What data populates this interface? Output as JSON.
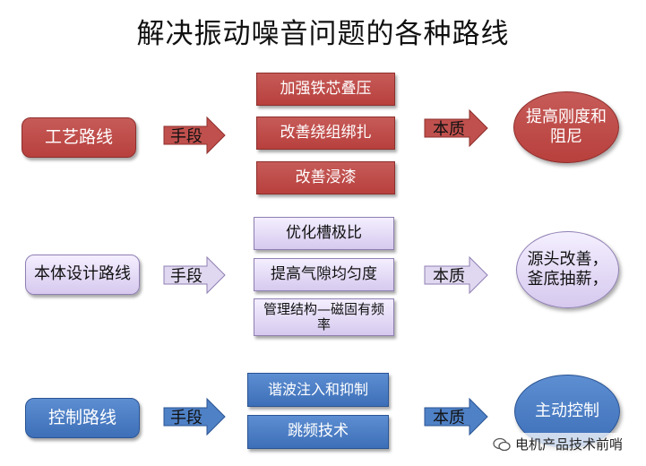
{
  "title": "解决振动噪音问题的各种路线",
  "rows": [
    {
      "route": "工艺路线",
      "means": "手段",
      "boxes": [
        "加强铁芯叠压",
        "改善绕组绑扎",
        "改善浸漆"
      ],
      "essence": "本质",
      "goal": "提高刚度和阻尼"
    },
    {
      "route": "本体设计路线",
      "means": "手段",
      "boxes": [
        "优化槽极比",
        "提高气隙均匀度",
        "管理结构—磁固有频率"
      ],
      "essence": "本质",
      "goal": "源头改善，釜底抽薪，"
    },
    {
      "route": "控制路线",
      "means": "手段",
      "boxes": [
        "谐波注入和抑制",
        "跳频技术"
      ],
      "essence": "本质",
      "goal": "主动控制"
    }
  ],
  "watermark": "电机产品技术前哨",
  "colors": {
    "red": "#c0504d",
    "lavender": "#e4dcf4",
    "blue": "#4f81c6",
    "arrow_fill": "#c0504d",
    "arrow_lav": "#e0d8f0",
    "arrow_blue": "#4f81c6"
  }
}
